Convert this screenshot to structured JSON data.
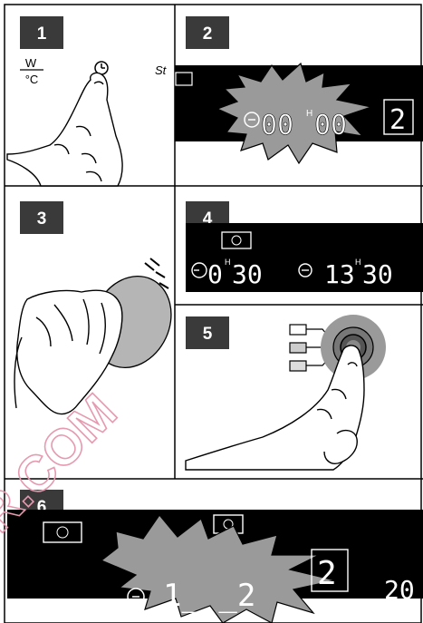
{
  "steps": [
    "1",
    "2",
    "3",
    "4",
    "5",
    "6"
  ],
  "panel1": {
    "unit_top": "W",
    "unit_bottom": "°C",
    "cut_text": "St"
  },
  "panel2": {
    "time": "00",
    "hour_mark": "H",
    "time2": "00",
    "level": "2"
  },
  "panel4": {
    "duration_h": "0",
    "duration_m": "30",
    "end_h": "13",
    "end_m": "30",
    "hour_mark": "H"
  },
  "panel6": {
    "display": "1_ _2",
    "level": "2",
    "right_text": "20"
  },
  "watermark": "R.COM",
  "colors": {
    "badge": "#3a3a3a",
    "display": "#000000",
    "burst": "#9a9a9a",
    "watermark": "#e59ab0"
  }
}
